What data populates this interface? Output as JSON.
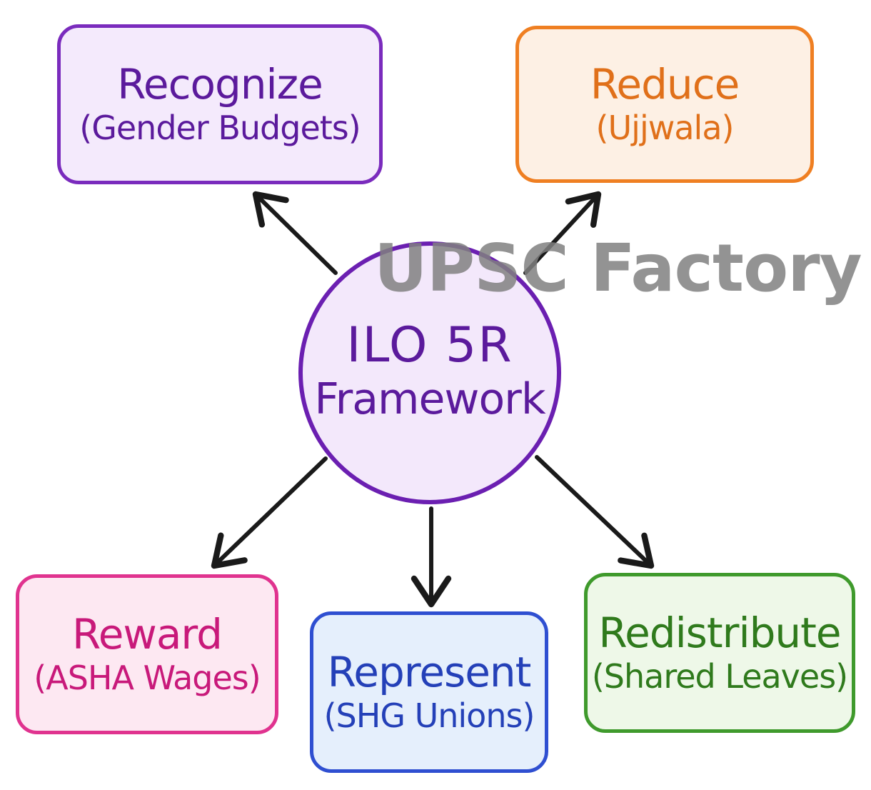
{
  "hub": {
    "line1": "ILO 5R",
    "line2": "Framework",
    "color": "#6b1fb1",
    "fill": "#f3e8fb"
  },
  "watermark": "UPSC Factory",
  "nodes": {
    "recognize": {
      "title": "Recognize",
      "sub": "(Gender Budgets)",
      "border": "#7a2bbd",
      "fill": "#f4eafc",
      "text": "#5b1a9c"
    },
    "reduce": {
      "title": "Reduce",
      "sub": "(Ujjwala)",
      "border": "#ef7f22",
      "fill": "#fdf0e4",
      "text": "#e0701a"
    },
    "reward": {
      "title": "Reward",
      "sub": "(ASHA Wages)",
      "border": "#e0338f",
      "fill": "#fde8f2",
      "text": "#c8197a"
    },
    "represent": {
      "title": "Represent",
      "sub": "(SHG Unions)",
      "border": "#2f4fd1",
      "fill": "#e5effc",
      "text": "#2440b8"
    },
    "redistribute": {
      "title": "Redistribute",
      "sub": "(Shared Leaves)",
      "border": "#3f9a2c",
      "fill": "#eef8e8",
      "text": "#2f7a1c"
    }
  },
  "edges": [
    {
      "from": "hub",
      "to": "recognize"
    },
    {
      "from": "hub",
      "to": "reduce"
    },
    {
      "from": "hub",
      "to": "reward"
    },
    {
      "from": "hub",
      "to": "represent"
    },
    {
      "from": "hub",
      "to": "redistribute"
    }
  ],
  "arrow_color": "#1a1a1a"
}
